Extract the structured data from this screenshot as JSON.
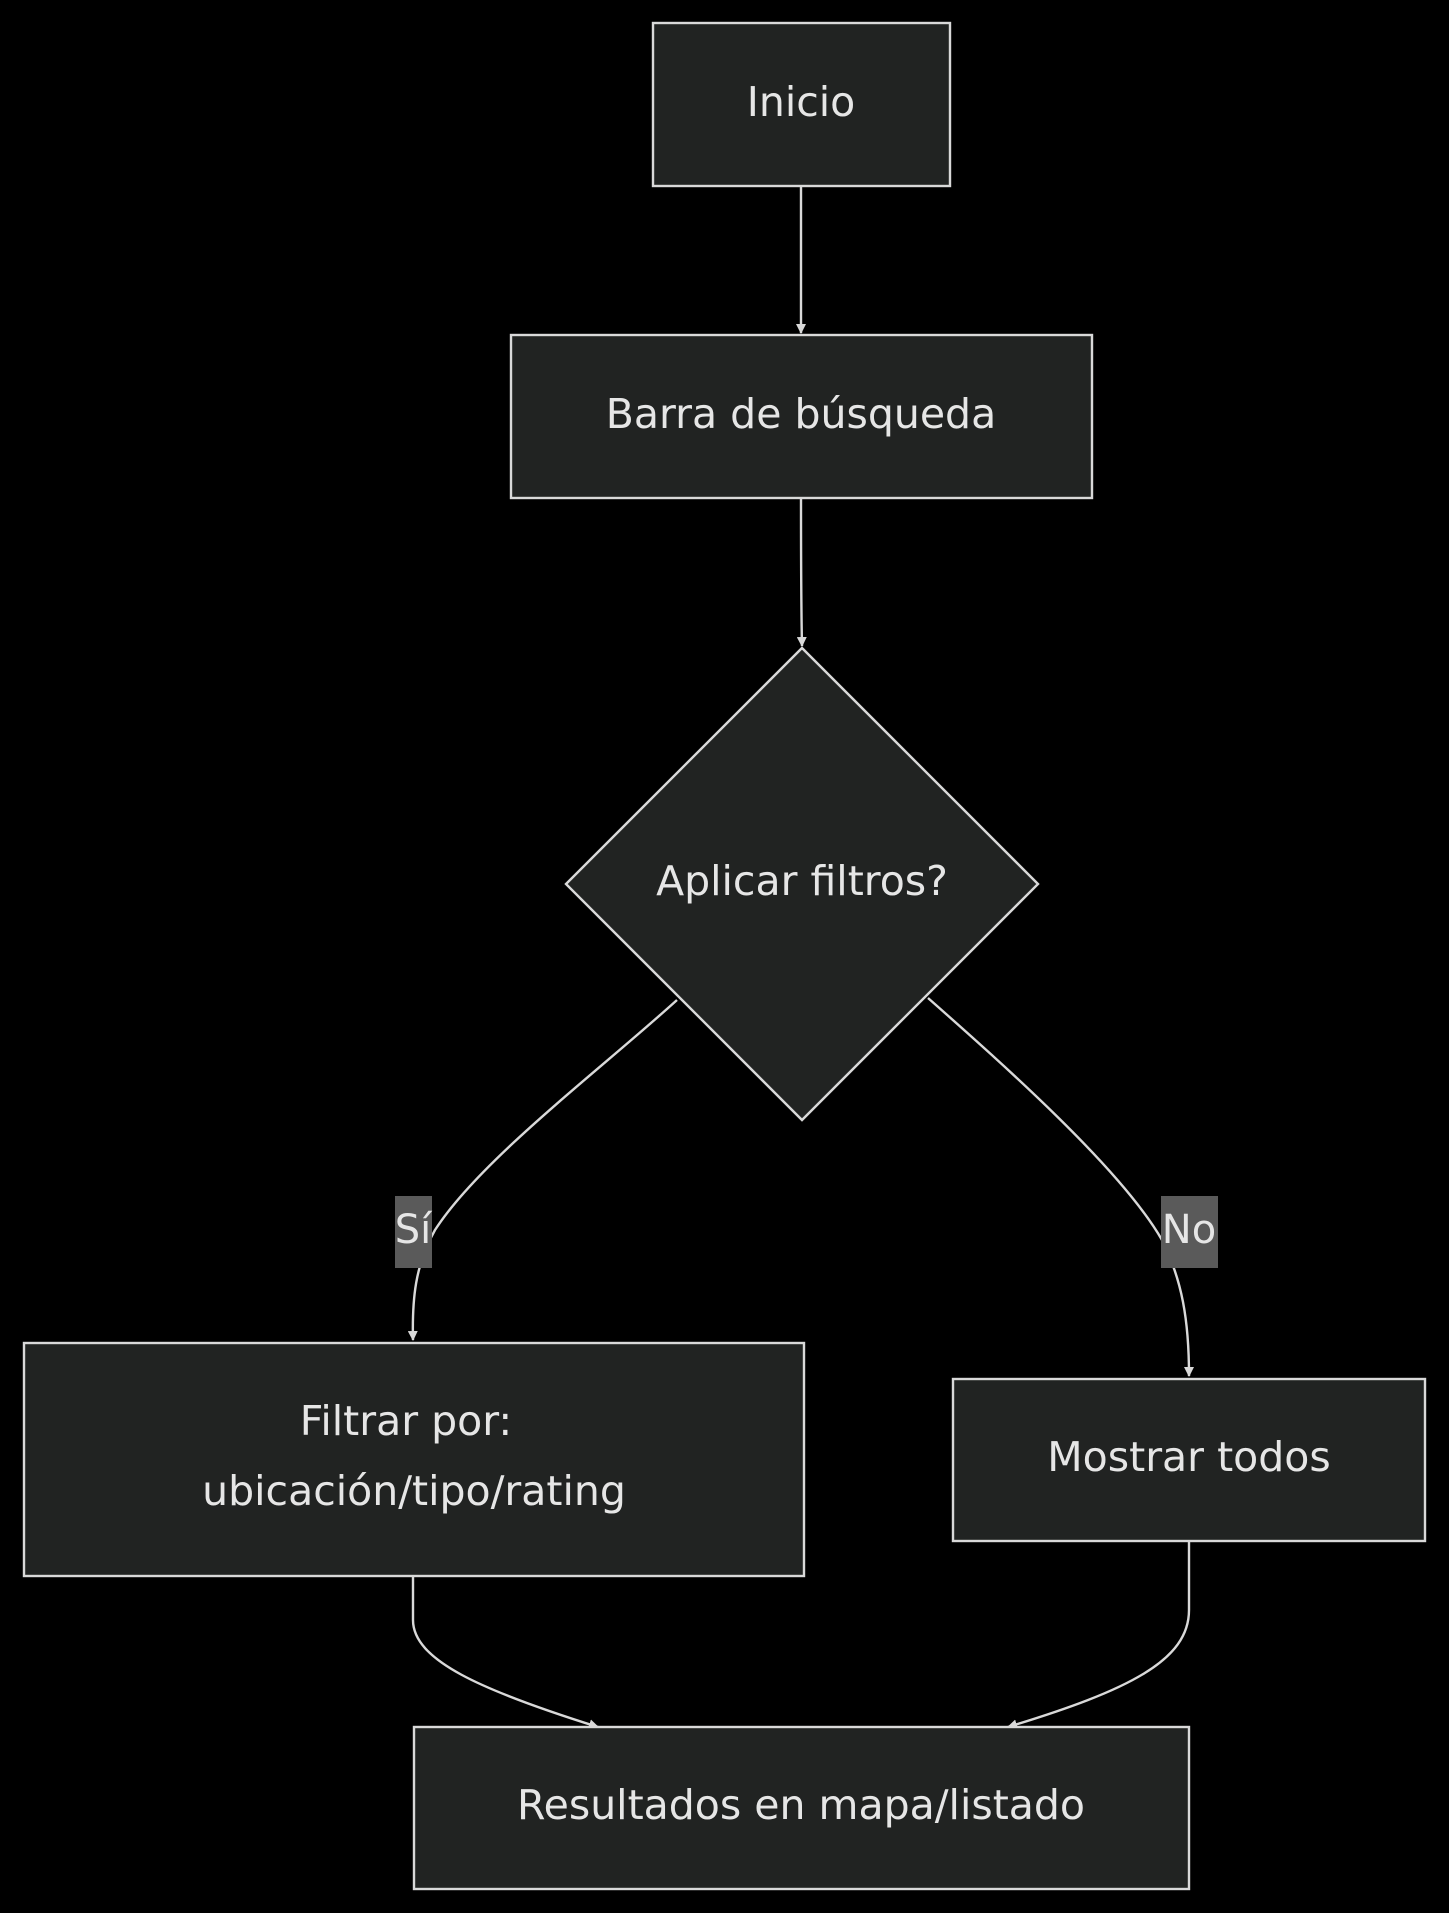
{
  "diagram": {
    "type": "flowchart",
    "direction": "top-down",
    "colors": {
      "background": "#000000",
      "node_fill": "#212322",
      "node_stroke": "#d9d9d9",
      "text": "#e6e6e6",
      "edge": "#d9d9d9",
      "edge_label_bg": "#5a5a5a"
    },
    "nodes": {
      "inicio": {
        "shape": "rect",
        "label": "Inicio"
      },
      "barra": {
        "shape": "rect",
        "label": "Barra de búsqueda"
      },
      "decision": {
        "shape": "diamond",
        "label": "Aplicar filtros?"
      },
      "filtrar": {
        "shape": "rect",
        "label_line1": "Filtrar por:",
        "label_line2": "ubicación/tipo/rating"
      },
      "mostrar": {
        "shape": "rect",
        "label": "Mostrar todos"
      },
      "resultados": {
        "shape": "rect",
        "label": "Resultados en mapa/listado"
      }
    },
    "edges": [
      {
        "from": "inicio",
        "to": "barra",
        "label": ""
      },
      {
        "from": "barra",
        "to": "decision",
        "label": ""
      },
      {
        "from": "decision",
        "to": "filtrar",
        "label": "Sí"
      },
      {
        "from": "decision",
        "to": "mostrar",
        "label": "No"
      },
      {
        "from": "filtrar",
        "to": "resultados",
        "label": ""
      },
      {
        "from": "mostrar",
        "to": "resultados",
        "label": ""
      }
    ],
    "edge_labels": {
      "si": "Sí",
      "no": "No"
    }
  }
}
